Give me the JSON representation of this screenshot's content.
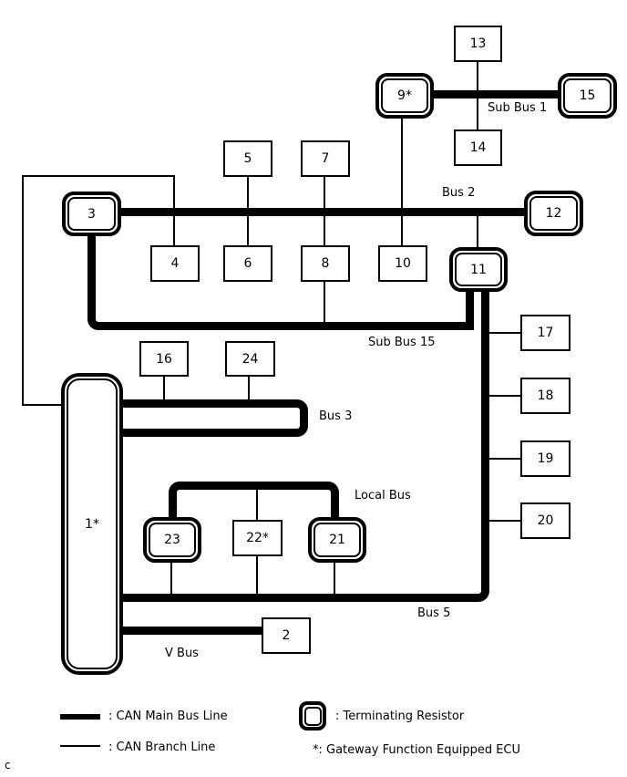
{
  "nodes": {
    "n1": {
      "label": "1*",
      "type": "terminating_resistor",
      "gateway": true
    },
    "n2": {
      "label": "2",
      "type": "ecu"
    },
    "n3": {
      "label": "3",
      "type": "terminating_resistor"
    },
    "n4": {
      "label": "4",
      "type": "ecu"
    },
    "n5": {
      "label": "5",
      "type": "ecu"
    },
    "n6": {
      "label": "6",
      "type": "ecu"
    },
    "n7": {
      "label": "7",
      "type": "ecu"
    },
    "n8": {
      "label": "8",
      "type": "ecu"
    },
    "n9": {
      "label": "9*",
      "type": "terminating_resistor",
      "gateway": true
    },
    "n10": {
      "label": "10",
      "type": "ecu"
    },
    "n11": {
      "label": "11",
      "type": "terminating_resistor"
    },
    "n12": {
      "label": "12",
      "type": "terminating_resistor"
    },
    "n13": {
      "label": "13",
      "type": "ecu"
    },
    "n14": {
      "label": "14",
      "type": "ecu"
    },
    "n15": {
      "label": "15",
      "type": "terminating_resistor"
    },
    "n16": {
      "label": "16",
      "type": "ecu"
    },
    "n17": {
      "label": "17",
      "type": "ecu"
    },
    "n18": {
      "label": "18",
      "type": "ecu"
    },
    "n19": {
      "label": "19",
      "type": "ecu"
    },
    "n20": {
      "label": "20",
      "type": "ecu"
    },
    "n21": {
      "label": "21",
      "type": "terminating_resistor"
    },
    "n22": {
      "label": "22*",
      "type": "ecu",
      "gateway": true
    },
    "n23": {
      "label": "23",
      "type": "terminating_resistor"
    },
    "n24": {
      "label": "24",
      "type": "ecu"
    }
  },
  "buses": {
    "sub_bus_1": {
      "label": "Sub Bus 1"
    },
    "bus_2": {
      "label": "Bus 2"
    },
    "sub_bus_15": {
      "label": "Sub Bus 15"
    },
    "bus_3": {
      "label": "Bus 3"
    },
    "local_bus": {
      "label": "Local Bus"
    },
    "bus_5": {
      "label": "Bus 5"
    },
    "v_bus": {
      "label": "V Bus"
    }
  },
  "legend": {
    "main_bus_label": ": CAN Main Bus Line",
    "branch_label": ": CAN Branch Line",
    "terminator_label": ": Terminating Resistor",
    "gateway_label": "*: Gateway Function Equipped ECU"
  },
  "footnote": "c",
  "colors": {
    "line": "#000000",
    "background": "#ffffff"
  }
}
